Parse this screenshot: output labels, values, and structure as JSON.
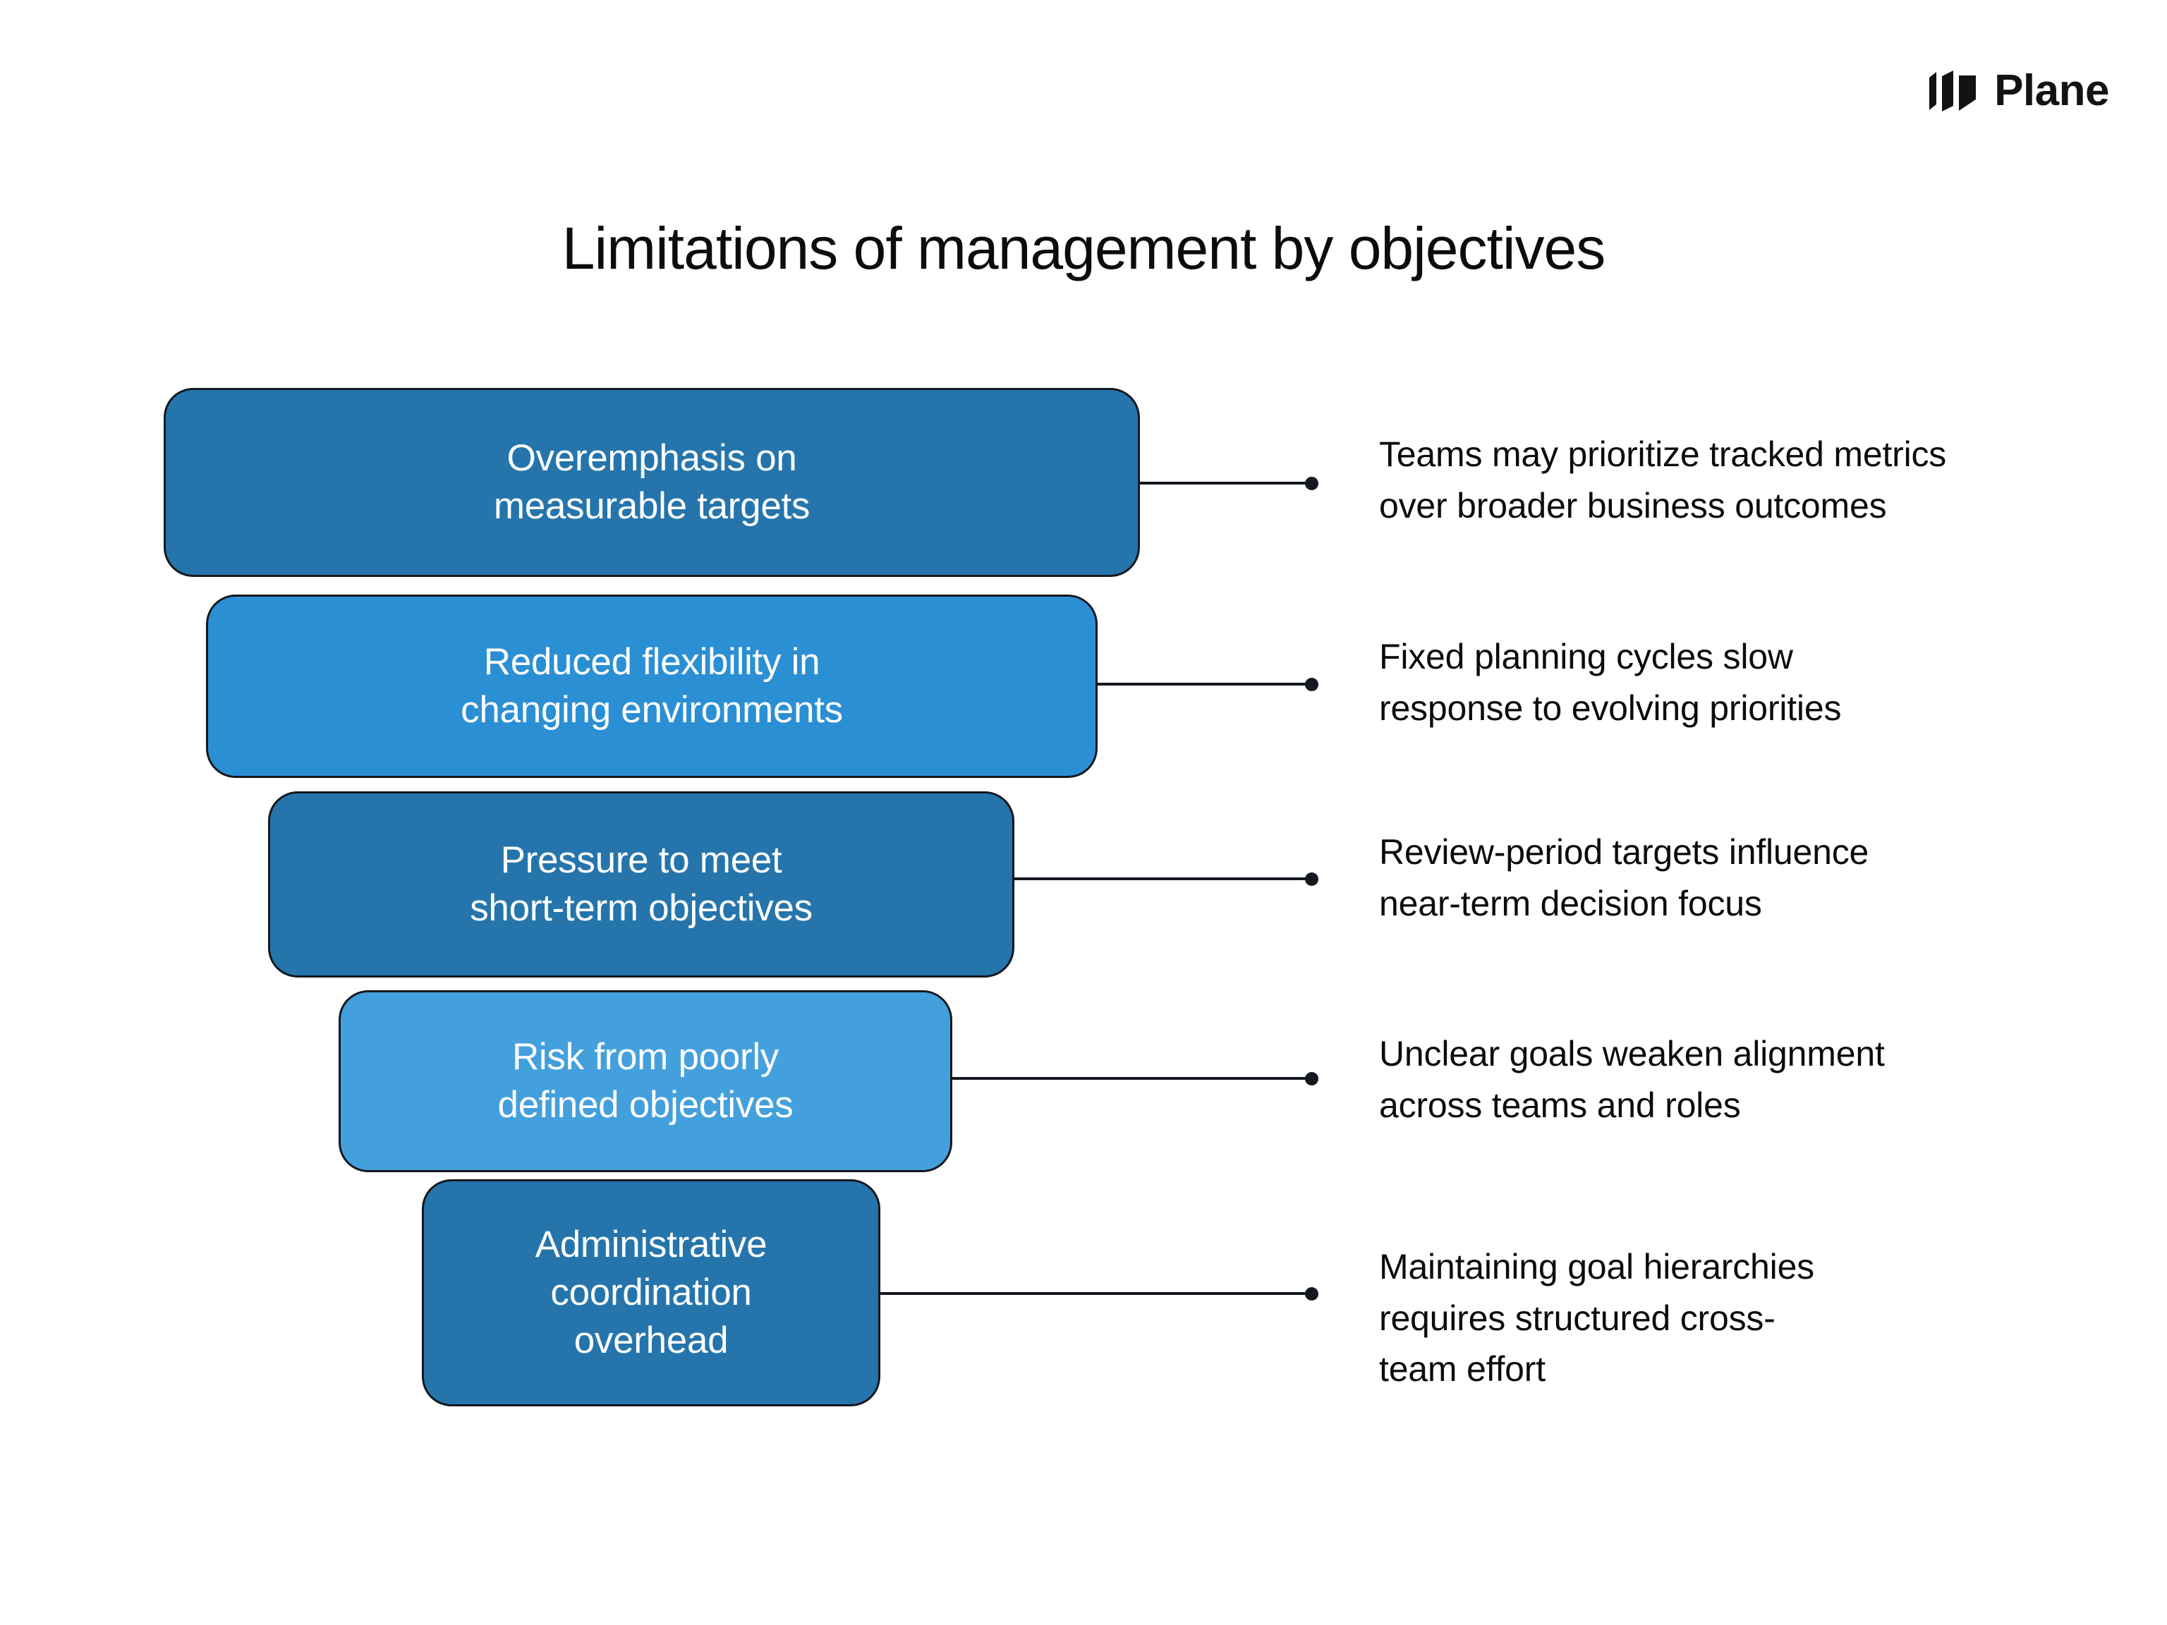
{
  "brand": {
    "name": "Plane",
    "logo_icon": "plane-logo-icon"
  },
  "title": "Limitations of management by objectives",
  "funnel": {
    "colors": {
      "dark_blue": "#2575ac",
      "light_blue": "#2b8fd4",
      "outline": "#14181f",
      "text": "#ffffff"
    },
    "stages": [
      {
        "label": "Overemphasis on\nmeasurable targets",
        "color": "#2575ac",
        "note": "Teams may prioritize tracked metrics\nover broader business outcomes"
      },
      {
        "label": "Reduced flexibility in\nchanging environments",
        "color": "#2b8fd4",
        "note": "Fixed planning cycles slow\nresponse to evolving priorities"
      },
      {
        "label": "Pressure to meet\nshort-term objectives",
        "color": "#2575ac",
        "note": "Review-period targets influence\nnear-term decision focus"
      },
      {
        "label": "Risk from poorly\ndefined objectives",
        "color": "#44a0dd",
        "note": "Unclear goals weaken alignment\nacross teams and roles"
      },
      {
        "label": "Administrative\ncoordination\noverhead",
        "color": "#2575ac",
        "note": "Maintaining goal hierarchies\nrequires structured cross-\nteam effort"
      }
    ]
  }
}
